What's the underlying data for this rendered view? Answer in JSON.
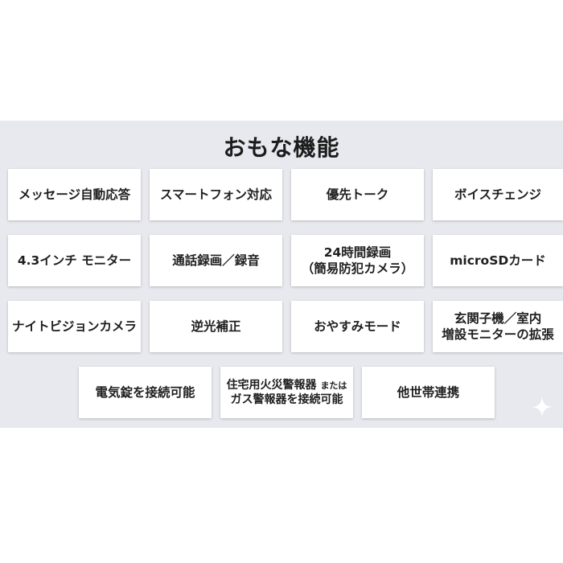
{
  "title": "おもな機能",
  "features": {
    "row1": [
      "メッセージ自動応答",
      "スマートフォン対応",
      "優先トーク",
      "ボイスチェンジ"
    ],
    "row2": [
      "4.3インチ モニター",
      "通話録画／録音",
      "24時間録画",
      "（簡易防犯カメラ）",
      "microSDカード"
    ],
    "row3": [
      "ナイトビジョンカメラ",
      "逆光補正",
      "おやすみモード",
      "玄関子機／室内",
      "増設モニターの拡張"
    ],
    "row4": [
      "電気錠を接続可能",
      "住宅用火災警報器",
      "または",
      "ガス警報器を接続可能",
      "他世帯連携"
    ]
  },
  "colors": {
    "panel_bg": "#e8e9ee",
    "card_bg": "#ffffff",
    "text": "#1f1f1f"
  },
  "icons": {
    "corner": "sparkle-icon"
  }
}
